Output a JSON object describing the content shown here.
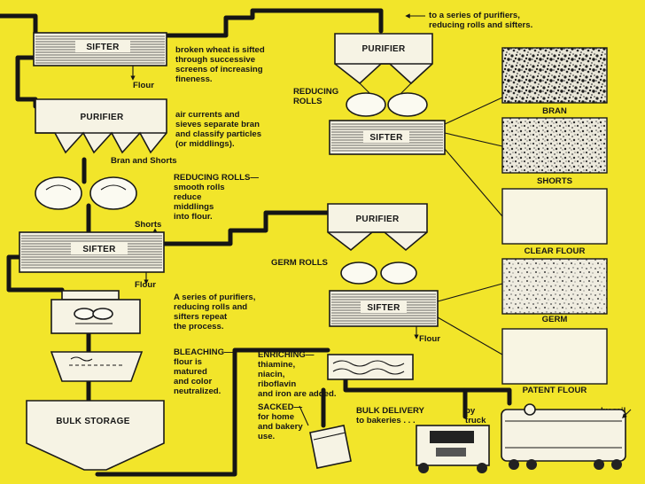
{
  "stages": {
    "sifter_1": {
      "label": "SIFTER",
      "output": "Flour",
      "description": [
        "broken wheat is sifted",
        "through successive",
        "screens of increasing",
        "fineness."
      ]
    },
    "purifier_1": {
      "label": "PURIFIER",
      "output": "Bran and Shorts",
      "description": [
        "air currents and",
        "sieves separate bran",
        "and classify particles",
        "(or middlings)."
      ]
    },
    "reducing_rolls_1": {
      "description": [
        "REDUCING ROLLS—",
        "smooth rolls",
        "reduce",
        "middlings",
        "into flour."
      ]
    },
    "sifter_2": {
      "label": "SIFTER",
      "output_top": "Shorts",
      "output_bottom": "Flour"
    },
    "repeat_unit": {
      "description": [
        "A series of purifiers,",
        "reducing rolls and",
        "sifters repeat",
        "the process."
      ]
    },
    "bleaching": {
      "description": [
        "BLEACHING—",
        "flour is",
        "matured",
        "and color",
        "neutralized."
      ]
    },
    "bulk_storage": {
      "label": "BULK STORAGE"
    },
    "purifier_top": {
      "label": "PURIFIER",
      "note": [
        "to a series of purifiers,",
        "reducing rolls and sifters."
      ]
    },
    "reducing_rolls_top": {
      "label": [
        "REDUCING",
        "ROLLS"
      ]
    },
    "sifter_top": {
      "label": "SIFTER"
    },
    "purifier_mid": {
      "label": "PURIFIER"
    },
    "germ_rolls": {
      "label": "GERM ROLLS"
    },
    "sifter_mid": {
      "label": "SIFTER",
      "output": "Flour"
    },
    "enriching": {
      "description": [
        "ENRICHING—",
        "thiamine,",
        "niacin,",
        "riboflavin",
        "and iron are added."
      ]
    },
    "sacked": {
      "description": [
        "SACKED—",
        "for home",
        "and bakery",
        "use."
      ]
    },
    "bulk_delivery": {
      "description": [
        "BULK DELIVERY",
        "to bakeries . . ."
      ],
      "by_truck": [
        "by",
        "truck"
      ],
      "by_rail": "by rail"
    }
  },
  "samples": [
    "BRAN",
    "SHORTS",
    "CLEAR FLOUR",
    "GERM",
    "PATENT FLOUR"
  ],
  "colors": {
    "background": "#f2e52a",
    "ink": "#151515",
    "box": "#f6f3e4"
  }
}
